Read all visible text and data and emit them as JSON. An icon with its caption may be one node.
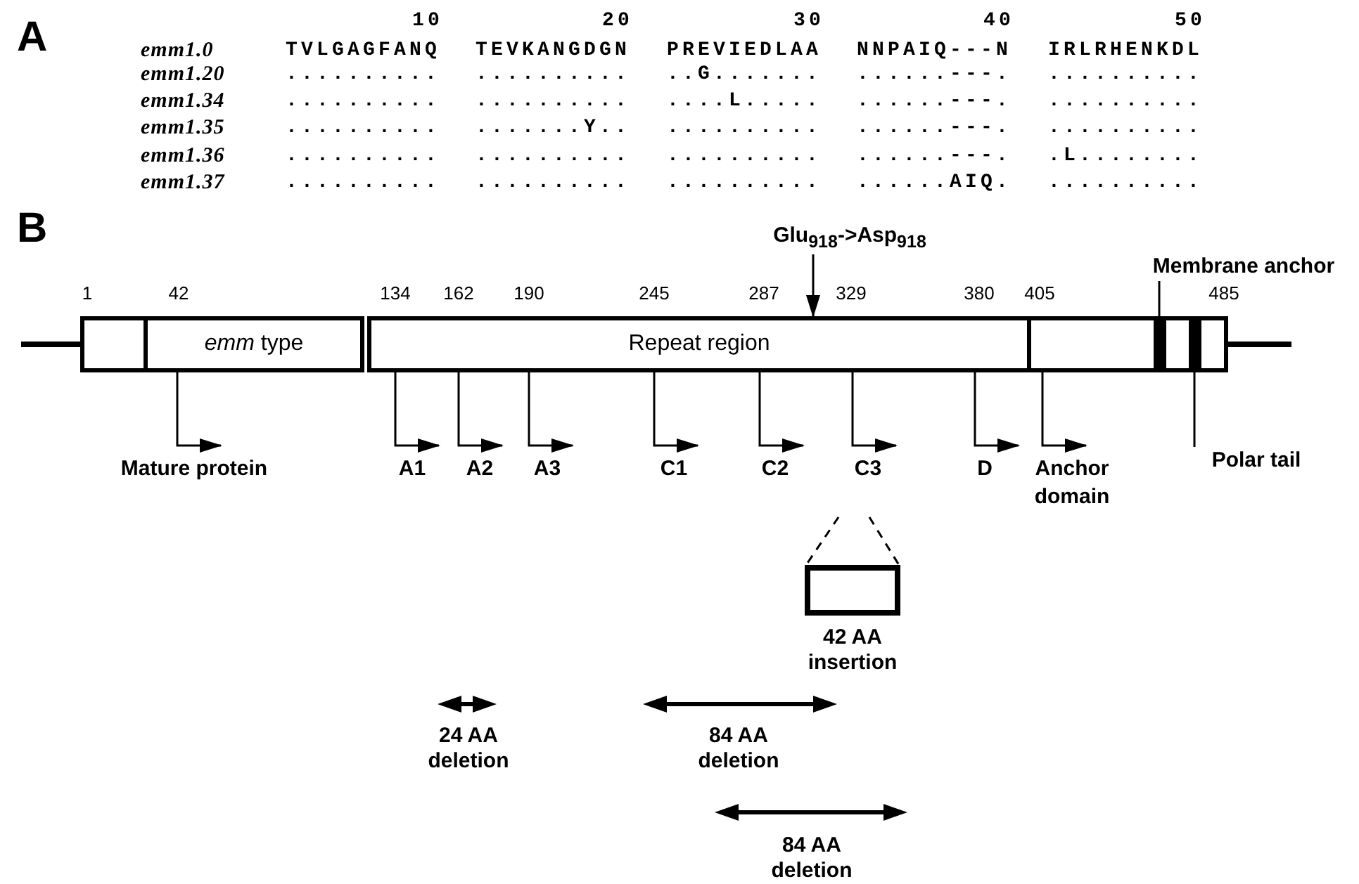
{
  "diagram": {
    "nodes": [
      {
        "text": [],
        "shape": "box"
      },
      {
        "text": [
          "*emm* type"
        ]
      },
      {
        "text": [
          "Repeat region"
        ]
      },
      {
        "text": [],
        "shape": "box"
      },
      {
        "text": [],
        "shape": "bar"
      },
      {
        "text": [],
        "shape": "box"
      },
      {
        "text": [],
        "shape": "bar"
      },
      {
        "text": [],
        "shape": "box"
      },
      {
        "text": [
          "Glu$_{918}$->Asp$_{918}$"
        ]
      },
      {
        "text": [
          "Membrane anchor"
        ]
      },
      {
        "text": [
          "Mature protein"
        ]
      },
      {
        "text": [
          "A1"
        ]
      },
      {
        "text": [
          "A2"
        ]
      },
      {
        "text": [
          "A3"
        ]
      },
      {
        "text": [
          "C1"
        ]
      },
      {
        "text": [
          "C2"
        ]
      },
      {
        "text": [
          "C3"
        ]
      },
      {
        "text": [
          "D"
        ]
      },
      {
        "text": [
          "Anchor domain"
        ]
      },
      {
        "text": [
          "Polar tail"
        ]
      },
      {
        "text": [],
        "shape": "box",
        "beside": [
          "42 AA insertion"
        ]
      }
    ],
    "edges": [
      {
        "from": 8,
        "to": 2,
        "arrow": "to"
      },
      {
        "from": 9,
        "to": 4,
        "arrow": "none"
      },
      {
        "from": 1,
        "to": 10,
        "arrow": "to"
      },
      {
        "from": 2,
        "to": 11,
        "arrow": "to"
      },
      {
        "from": 2,
        "to": 12,
        "arrow": "to"
      },
      {
        "from": 2,
        "to": 13,
        "arrow": "to"
      },
      {
        "from": 2,
        "to": 14,
        "arrow": "to"
      },
      {
        "from": 2,
        "to": 15,
        "arrow": "to"
      },
      {
        "from": 2,
        "to": 16,
        "arrow": "to"
      },
      {
        "from": 2,
        "to": 17,
        "arrow": "to"
      },
      {
        "from": 3,
        "to": 18,
        "arrow": "to"
      },
      {
        "from": 19,
        "to": 6,
        "arrow": "none"
      },
      {
        "from": 16,
        "to": 20,
        "arrow": "none",
        "style": "dashed"
      },
      {
        "from": 16,
        "to": 20,
        "arrow": "none",
        "style": "dashed"
      }
    ],
    "labels": [
      "A",
      "10",
      "20",
      "30",
      "40",
      "50",
      "emm1.0",
      "TVLGAGFANQ",
      "TEVKANGDGN",
      "PREVIEDLAA",
      "NNPAIQ---N",
      "IRLRHENKDL",
      "emm1.20",
      "..........",
      "..........",
      "..G.......",
      "......---.",
      "..........",
      "emm1.34",
      "..........",
      "..........",
      "....L.....",
      "......---.",
      "..........",
      "emm1.35",
      "..........",
      ".......Y..",
      "..........",
      "......---.",
      "..........",
      "emm1.36",
      "..........",
      "..........",
      "..........",
      "......---.",
      ".L........",
      "emm1.37",
      "..........",
      "..........",
      "..........",
      "......AIQ.",
      "..........",
      "B",
      "1",
      "42",
      "134",
      "162",
      "190",
      "245",
      "287",
      "329",
      "380",
      "405",
      "485",
      "24 AA deletion",
      "84 AA deletion",
      "84 AA deletion"
    ]
  }
}
